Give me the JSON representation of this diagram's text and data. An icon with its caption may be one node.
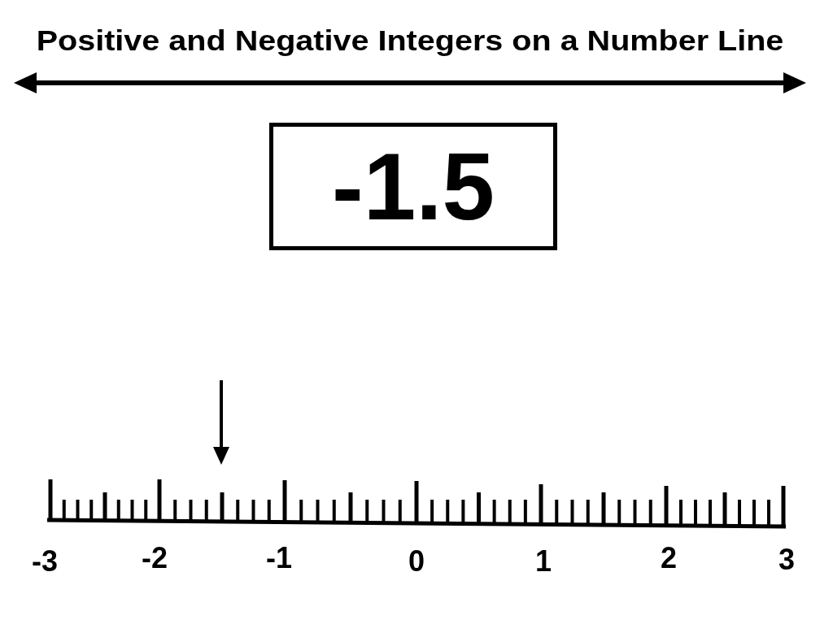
{
  "diagram": {
    "title": "Positive and Negative Integers on a Number Line",
    "nodes": [
      {
        "text": [
          "-1.5"
        ]
      }
    ],
    "labels": [
      "-3",
      "-2",
      "-1",
      "0",
      "1",
      "2",
      "3"
    ]
  }
}
